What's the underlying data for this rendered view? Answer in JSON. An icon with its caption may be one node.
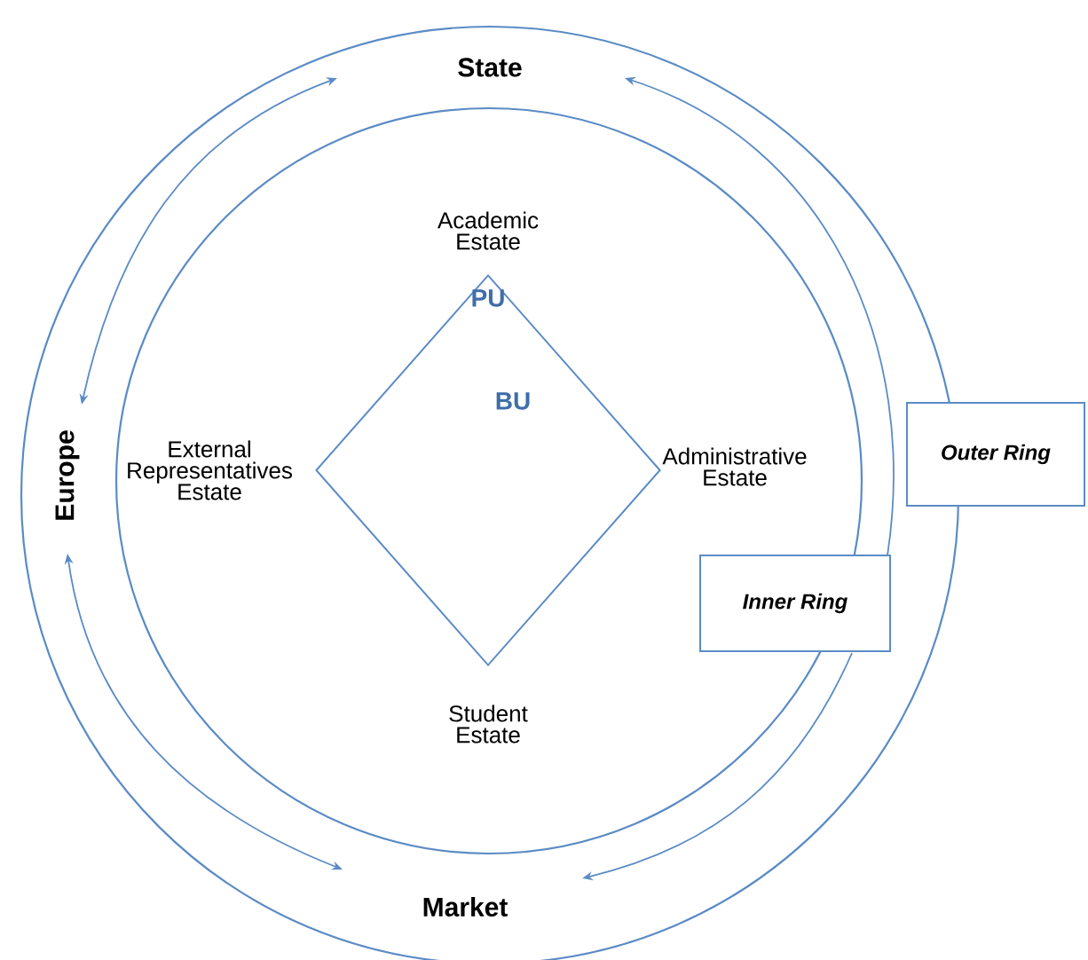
{
  "diagram": {
    "nodes": [
      {
        "text": [],
        "shape": "circle"
      },
      {
        "text": [],
        "shape": "circle",
        "in": 0
      },
      {
        "text": [
          "PU",
          "BU"
        ],
        "beside": [
          "Academic Estate",
          "Administrative Estate",
          "Student Estate",
          "External Representatives Estate"
        ],
        "in": 1
      },
      {
        "text": [
          "State"
        ],
        "in": 0
      },
      {
        "text": [
          "Europe"
        ],
        "in": 0
      },
      {
        "text": [
          "Market"
        ],
        "in": 0
      },
      {
        "text": [
          "Outer Ring"
        ]
      },
      {
        "text": [
          "Inner Ring"
        ],
        "in": 0
      }
    ],
    "edges": [
      {
        "from": 4,
        "to": 3,
        "arrow": "both"
      },
      {
        "from": 4,
        "to": 5,
        "arrow": "both"
      },
      {
        "from": 7,
        "to": 3,
        "arrow": "to"
      },
      {
        "from": 7,
        "to": 5,
        "arrow": "to"
      }
    ]
  }
}
